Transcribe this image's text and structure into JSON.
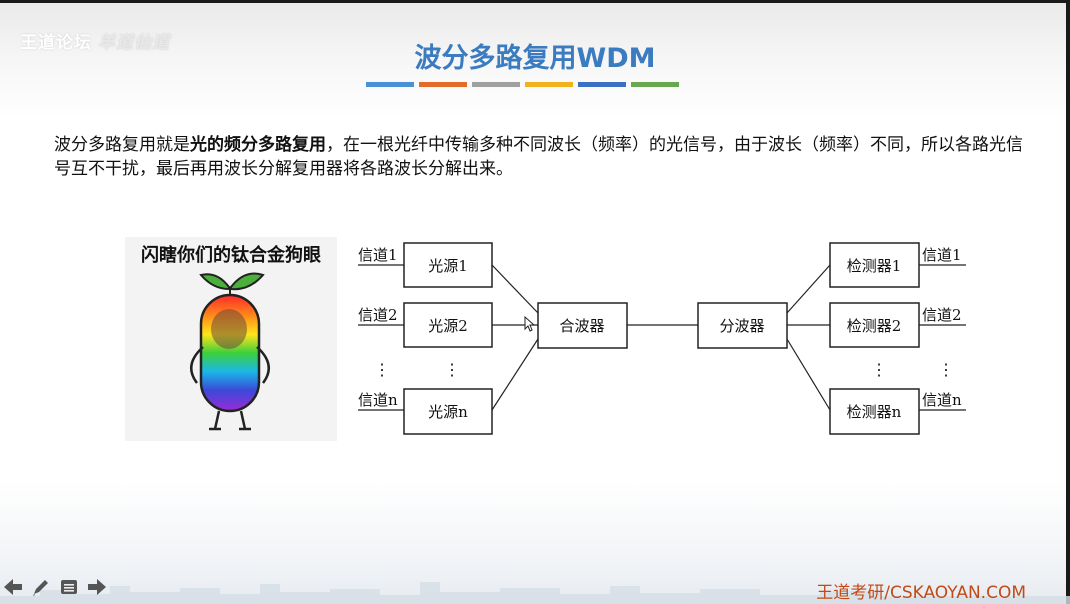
{
  "slide": {
    "watermark_brand": "王道论坛",
    "watermark_faded": "羊道仙道",
    "title": "波分多路复用WDM",
    "title_color": "#3b7bbf",
    "color_bars": [
      "#4a90d9",
      "#e26b2a",
      "#a0a0a0",
      "#f2b21b",
      "#3c6fc4",
      "#6aa84f"
    ],
    "paragraph": {
      "part1": "波分多路复用就是",
      "bold": "光的频分多路复用",
      "part2": "，在一根光纤中传输多种不同波长（频率）的光信号，由于波长（频率）不同，所以各路光信号互不干扰，最后再用波长分解复用器将各路波长分解出来。"
    },
    "meme_caption": "闪瞎你们的钛合金狗眼",
    "footer_site": "王道考研/CSKAOYAN.COM"
  },
  "diagram": {
    "left_channels": [
      "信道1",
      "信道2",
      "信道n"
    ],
    "sources": [
      "光源1",
      "光源2",
      "光源n"
    ],
    "combiner": "合波器",
    "splitter": "分波器",
    "detectors": [
      "检测器1",
      "检测器2",
      "检测器n"
    ],
    "right_channels": [
      "信道1",
      "信道2",
      "信道n"
    ],
    "ellipsis": "⋮"
  },
  "nav_icons": [
    "arrow-left-icon",
    "pen-icon",
    "menu-icon",
    "arrow-right-icon"
  ]
}
